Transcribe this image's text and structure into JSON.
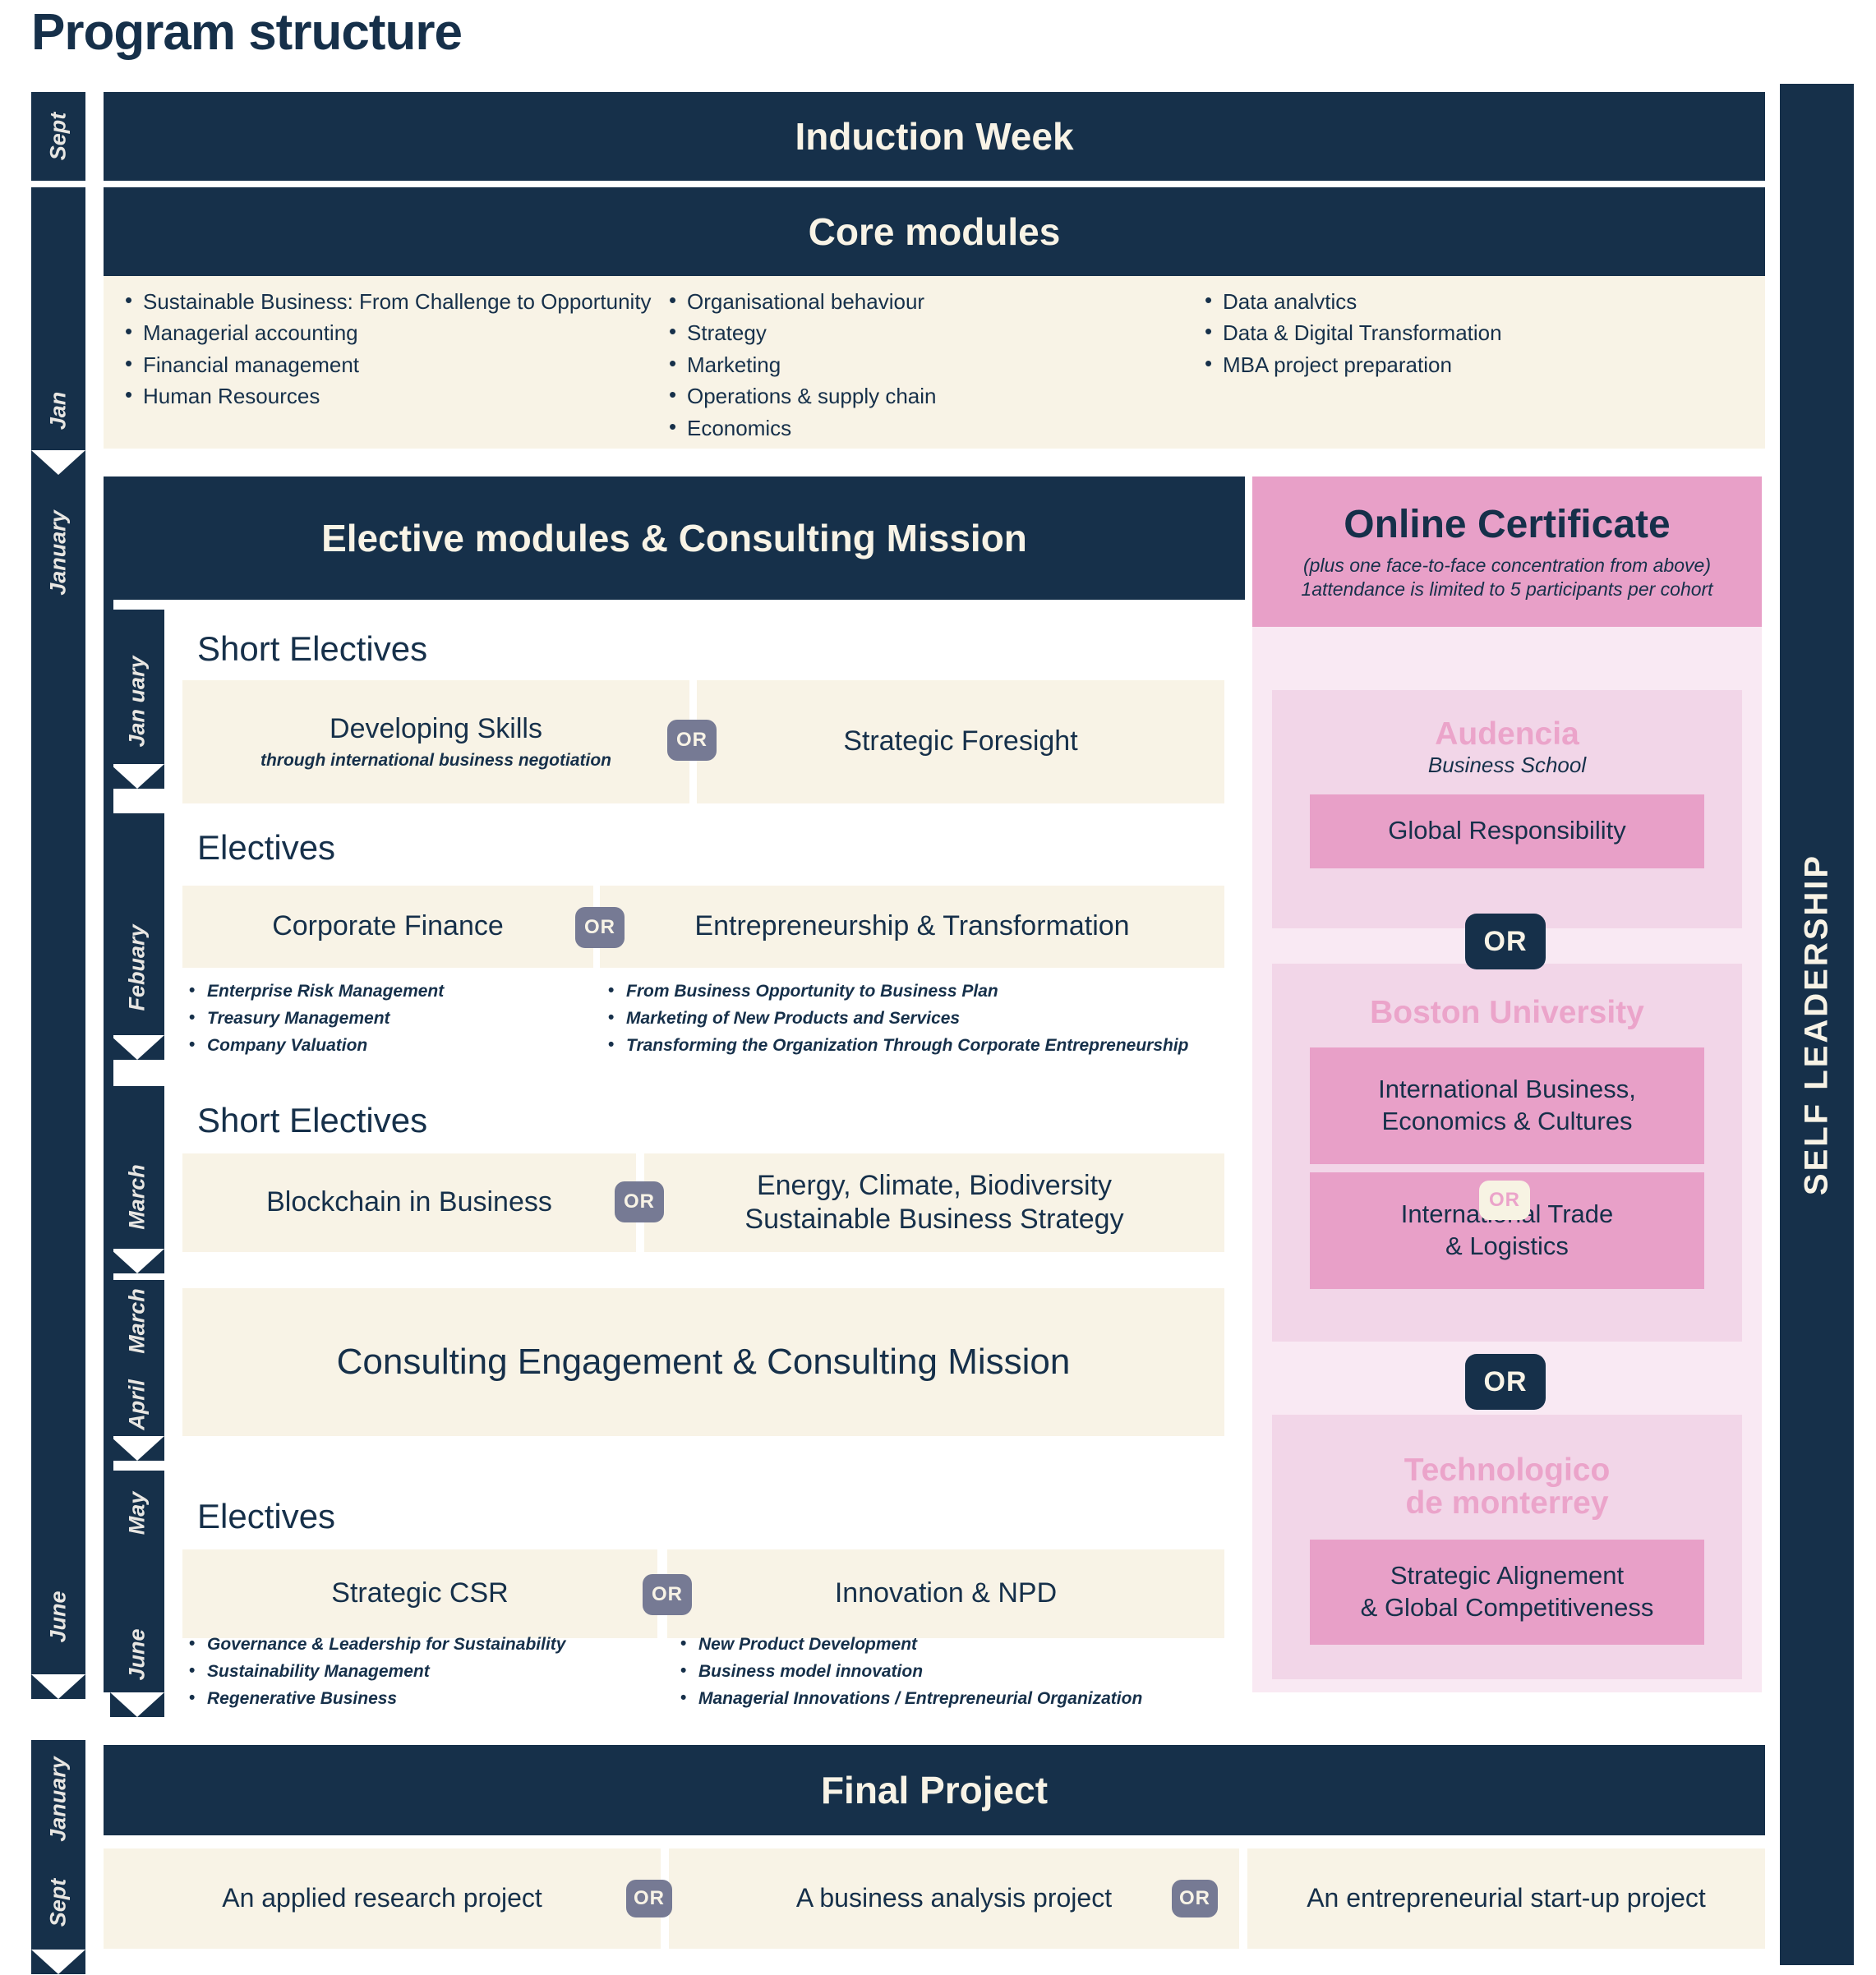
{
  "page_title": "Program structure",
  "self_leadership": "SELF  LEADERSHIP",
  "or_label": "OR",
  "induction": {
    "title": "Induction Week",
    "month": "Sept"
  },
  "core": {
    "title": "Core modules",
    "month": "Jan",
    "columns": [
      [
        "Sustainable Business: From Challenge to Opportunity",
        "Managerial accounting",
        "Financial management",
        "Human Resources"
      ],
      [
        "Organisational behaviour",
        "Strategy",
        "Marketing",
        "Operations & supply chain",
        "Economics"
      ],
      [
        "Data analvtics",
        "Data & Digital Transformation",
        "MBA project preparation"
      ]
    ]
  },
  "electives_panel": {
    "title": "Elective modules & Consulting Mission",
    "month": "January",
    "sections": [
      {
        "heading": "Short Electives",
        "month": "Jan uary",
        "left": {
          "title": "Developing Skills",
          "subtitle": "through international business negotiation",
          "bullets": []
        },
        "right": {
          "title": "Strategic Foresight",
          "subtitle": "",
          "bullets": []
        }
      },
      {
        "heading": "Electives",
        "month": "Febuary",
        "left": {
          "title": "Corporate Finance",
          "subtitle": "",
          "bullets": [
            "Enterprise Risk Management",
            "Treasury Management",
            "Company Valuation"
          ]
        },
        "right": {
          "title": "Entrepreneurship & Transformation",
          "subtitle": "",
          "bullets": [
            "From Business Opportunity to Business Plan",
            "Marketing of New Products and Services",
            "Transforming the Organization Through Corporate Entrepreneurship"
          ]
        }
      },
      {
        "heading": "Short Electives",
        "month": "March",
        "left": {
          "title": "Blockchain in Business",
          "subtitle": "",
          "bullets": []
        },
        "right": {
          "title": "Energy, Climate, Biodiversity\nSustainable Business Strategy",
          "subtitle": "",
          "bullets": []
        }
      },
      {
        "heading": "",
        "month_top": "March",
        "month_bottom": "April",
        "full": "Consulting Engagement & Consulting Mission"
      },
      {
        "heading": "Electives",
        "month_top": "May",
        "month_bottom": "June",
        "left": {
          "title": "Strategic CSR",
          "subtitle": "",
          "bullets": [
            "Governance & Leadership for Sustainability",
            "Sustainability Management",
            "Regenerative Business"
          ]
        },
        "right": {
          "title": "Innovation & NPD",
          "subtitle": "",
          "bullets": [
            "New Product Development",
            "Business model innovation",
            "Managerial Innovations / Entrepreneurial Organization"
          ]
        }
      }
    ]
  },
  "certificate": {
    "title": "Online Certificate",
    "note_line1": "(plus one face-to-face concentration from above)",
    "note_line2": "1attendance is limited to 5 participants per cohort",
    "cards": [
      {
        "brand": "Audencia",
        "brand_sub": "Business School",
        "options": [
          "Global Responsibility"
        ]
      },
      {
        "brand": "Boston University",
        "brand_sub": "",
        "options": [
          "International  Business,\nEconomics & Cultures",
          "International Trade\n& Logistics"
        ],
        "inner_or": "OR"
      },
      {
        "brand": "Technologico\nde monterrey",
        "brand_sub": "",
        "options": [
          "Strategic Alignement\n& Global Competitiveness"
        ]
      }
    ],
    "between_or": "OR"
  },
  "final_project": {
    "title": "Final Project",
    "month_top": "January",
    "month_bottom": "Sept",
    "options": [
      "An applied research project",
      "A business analysis project",
      "An entrepreneurial start-up project"
    ]
  },
  "months_outer": [
    "Sept",
    "Jan",
    "January",
    "June"
  ],
  "colors": {
    "navy": "#16304a",
    "cream": "#f8f3e6",
    "pink_mid": "#e8a0c8",
    "pink_pale": "#f9e9f3",
    "pink_light": "#f2d6e8",
    "pink_text": "#eba4ca",
    "or_gray": "#767a94"
  }
}
